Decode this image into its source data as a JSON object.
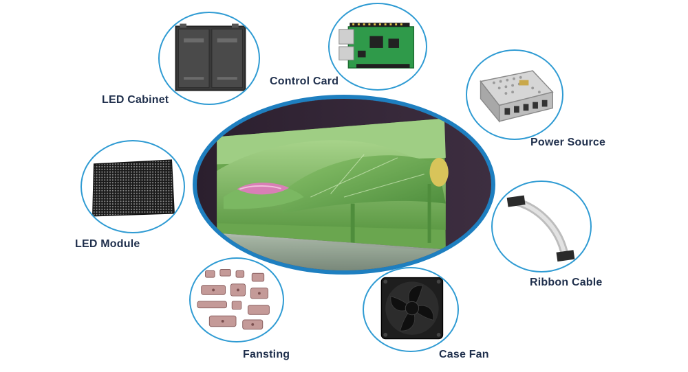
{
  "components": {
    "led_cabinet": {
      "label": "LED Cabinet",
      "icon": "led-cabinet-icon"
    },
    "control_card": {
      "label": "Control Card",
      "icon": "control-card-icon"
    },
    "power_source": {
      "label": "Power Source",
      "icon": "power-supply-icon"
    },
    "led_module": {
      "label": "LED Module",
      "icon": "led-module-icon"
    },
    "ribbon_cable": {
      "label": "Ribbon Cable",
      "icon": "ribbon-cable-icon"
    },
    "fansting": {
      "label": "Fansting",
      "icon": "hinge-fastener-icon"
    },
    "case_fan": {
      "label": "Case Fan",
      "icon": "case-fan-icon"
    }
  },
  "center_display": {
    "icon": "led-display-lotus-image"
  },
  "colors": {
    "ring_border": "#2f9bd3",
    "center_border": "#1e7fc0",
    "label_text": "#1f2f4c"
  }
}
